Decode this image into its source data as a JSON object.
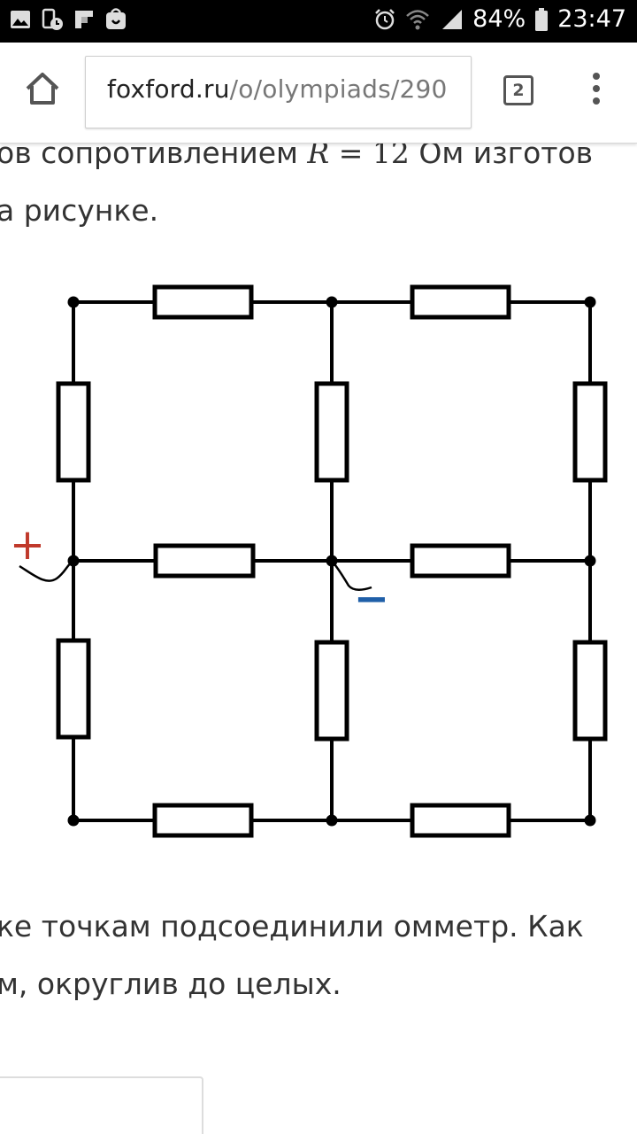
{
  "status_bar": {
    "battery": "84%",
    "time": "23:47",
    "left_icons": [
      "gallery-icon",
      "phone-timer-icon",
      "flipboard-icon",
      "shop-icon"
    ],
    "right_icons": [
      "alarm-icon",
      "wifi-icon",
      "signal-icon",
      "battery-icon"
    ]
  },
  "browser": {
    "url_host": "foxford.ru",
    "url_path": "/o/olympiads/290",
    "tab_count": "2"
  },
  "content": {
    "line1_before": "ов сопротивлением ",
    "line1_math_var": "R",
    "line1_math_eq": " = 12",
    "line1_after": " Ом изготов",
    "line2": "а рисунке.",
    "line3": "ке точкам подсоединили омметр. Как",
    "line4": "м, округлив до целых.",
    "plus_label": "+",
    "minus_label": "−"
  },
  "colors": {
    "plus": "#c0392b",
    "minus": "#1f5fa8",
    "wire": "#000000"
  }
}
